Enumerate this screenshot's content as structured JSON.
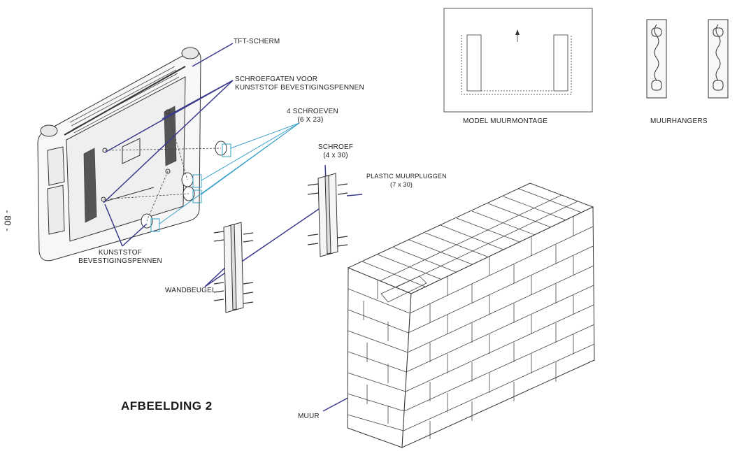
{
  "labels": {
    "tft_screen": "TFT-SCHERM",
    "screw_holes_line1": "SCHROEFGATEN VOOR",
    "screw_holes_line2": "KUNSTSTOF BEVESTIGINGSPENNEN",
    "four_screws_line1": "4 SCHROEVEN",
    "four_screws_line2": "(6 X 23)",
    "screw_line1": "SCHROEF",
    "screw_line2": "(4 x 30)",
    "plugs_line1": "PLASTIC MUURPLUGGEN",
    "plugs_line2": "(7 x 30)",
    "pins_line1": "KUNSTSTOF",
    "pins_line2": "BEVESTIGINGSPENNEN",
    "wall_bracket": "WANDBEUGEL",
    "wall": "MUUR",
    "model_mount": "MODEL MUURMONTAGE",
    "wall_hangers": "MUURHANGERS"
  },
  "figure_title": "AFBEELDING 2",
  "page_number": "- 80 -",
  "colors": {
    "callout_dark": "#3a3a8c",
    "callout_light": "#3aa0c8",
    "line_art": "#333333"
  }
}
